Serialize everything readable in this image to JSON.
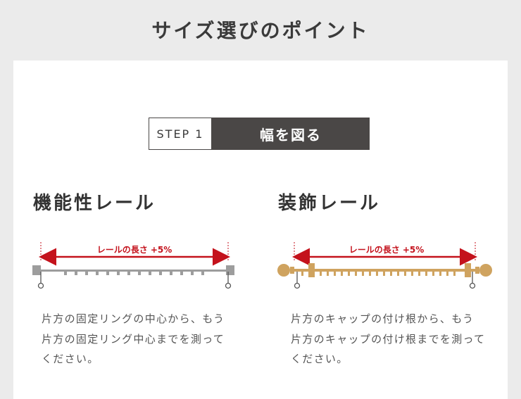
{
  "page": {
    "title": "サイズ選びのポイント"
  },
  "step": {
    "number": "STEP 1",
    "label": "幅を図る"
  },
  "functional": {
    "heading": "機能性レール",
    "measure_label": "レールの長さ +5%",
    "description": [
      "片方の固定リングの中心から、もう",
      "片方の固定リング中心までを測って",
      "ください。"
    ]
  },
  "decorative": {
    "heading": "装飾レール",
    "measure_label": "レールの長さ +5%",
    "description": [
      "片方のキャップの付け根から、もう",
      "片方のキャップの付け根までを測って",
      "ください。"
    ]
  },
  "colors": {
    "accent_red": "#c4121c",
    "functional_rail": "#9d9d9d",
    "decorative_rail": "#cfa35f",
    "step_dark": "#4a4746"
  }
}
